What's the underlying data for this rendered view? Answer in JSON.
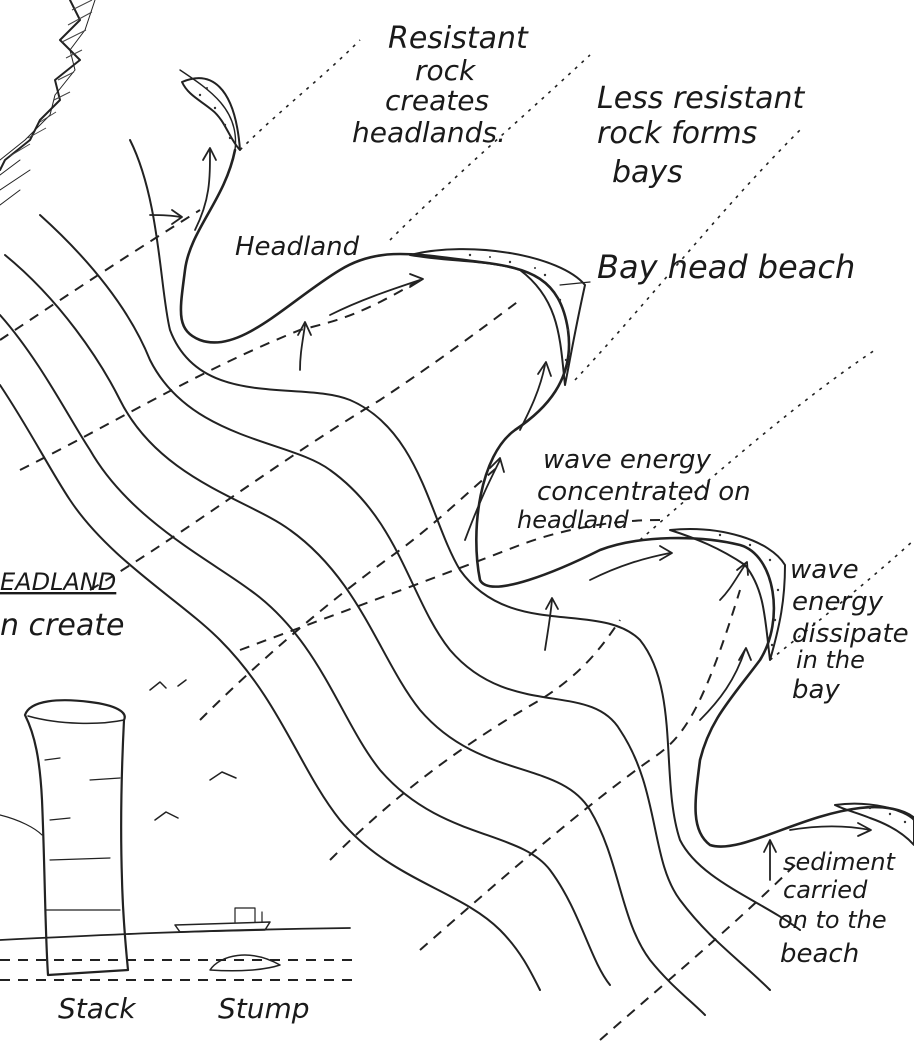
{
  "labels": {
    "resistant_1": "Resistant",
    "resistant_2": "rock",
    "resistant_3": "creates",
    "resistant_4": "headlands.",
    "less_1": "Less resistant",
    "less_2": "rock forms",
    "less_3": "bays",
    "headland": "Headland",
    "bayhead": "Bay head beach",
    "wave_conc_1": "wave energy",
    "wave_conc_2": "concentrated on",
    "wave_conc_3": "headland",
    "wave_dis_1": "wave",
    "wave_dis_2": "energy",
    "wave_dis_3": "dissipate",
    "wave_dis_4": "in the",
    "wave_dis_5": "bay",
    "sediment_1": "sediment",
    "sediment_2": "carried",
    "sediment_3": "on to the",
    "sediment_4": "beach",
    "headland_cut": "EADLAND",
    "create_cut": "n create",
    "stack": "Stack",
    "stump": "Stump"
  }
}
